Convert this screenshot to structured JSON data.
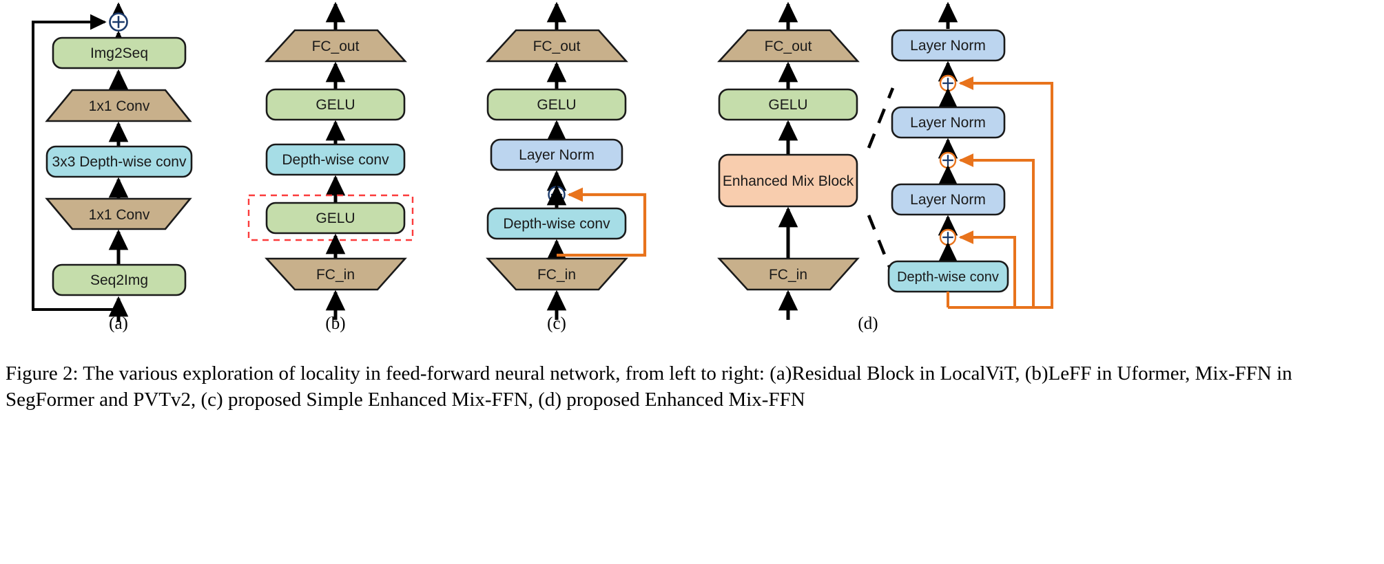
{
  "figure": {
    "caption": "Figure 2: The various exploration of locality in feed-forward neural network, from left to right: (a)Residual Block in LocalViT, (b)LeFF in Uformer, Mix-FFN in SegFormer and PVTv2, (c) proposed Simple Enhanced Mix-FFN, (d) proposed Enhanced Mix-FFN",
    "colors": {
      "green": "#c5ddab",
      "tan": "#c8b08b",
      "cyan": "#a6dde6",
      "blue": "#bcd5ef",
      "peach": "#f8cdae",
      "orange": "#e8731c",
      "red_dashed": "#fb3b3b",
      "stroke": "#1a1a1a"
    },
    "columns": [
      {
        "id": "a",
        "label": "(a)",
        "title_text": "(a)",
        "blocks": [
          {
            "name": "img2seq",
            "label": "Img2Seq",
            "shape": "rounded-rect",
            "color": "green"
          },
          {
            "name": "conv-1x1-upper",
            "label": "1x1 Conv",
            "shape": "trapezoid-down",
            "color": "tan"
          },
          {
            "name": "depthwise-conv-3x3",
            "label": "3x3 Depth-wise conv",
            "shape": "rounded-rect",
            "color": "cyan"
          },
          {
            "name": "conv-1x1-lower",
            "label": "1x1 Conv",
            "shape": "trapezoid-up",
            "color": "tan"
          },
          {
            "name": "seq2img",
            "label": "Seq2Img",
            "shape": "rounded-rect",
            "color": "green"
          }
        ],
        "adders": [
          {
            "name": "residual-adder",
            "glyph": "⊕",
            "color": "black"
          }
        ],
        "residual_connections": [
          {
            "name": "skip-connection",
            "style": "solid",
            "color": "black"
          }
        ]
      },
      {
        "id": "b",
        "label": "(b)",
        "blocks": [
          {
            "name": "fc-out",
            "label": "FC_out",
            "shape": "trapezoid-down",
            "color": "tan"
          },
          {
            "name": "gelu-upper",
            "label": "GELU",
            "shape": "rounded-rect",
            "color": "green"
          },
          {
            "name": "depthwise-conv",
            "label": "Depth-wise conv",
            "shape": "rounded-rect",
            "color": "cyan"
          },
          {
            "name": "gelu-lower",
            "label": "GELU",
            "shape": "rounded-rect",
            "color": "green",
            "highlight": "red-dashed-box"
          },
          {
            "name": "fc-in",
            "label": "FC_in",
            "shape": "trapezoid-up",
            "color": "tan"
          }
        ],
        "adders": [],
        "residual_connections": []
      },
      {
        "id": "c",
        "label": "(c)",
        "blocks": [
          {
            "name": "fc-out",
            "label": "FC_out",
            "shape": "trapezoid-down",
            "color": "tan"
          },
          {
            "name": "gelu",
            "label": "GELU",
            "shape": "rounded-rect",
            "color": "green"
          },
          {
            "name": "layer-norm",
            "label": "Layer Norm",
            "shape": "rounded-rect",
            "color": "blue"
          },
          {
            "name": "depthwise-conv",
            "label": "Depth-wise conv",
            "shape": "rounded-rect",
            "color": "cyan"
          },
          {
            "name": "fc-in",
            "label": "FC_in",
            "shape": "trapezoid-up",
            "color": "tan"
          }
        ],
        "adders": [
          {
            "name": "residual-adder",
            "glyph": "⊕",
            "color": "orange"
          }
        ],
        "residual_connections": [
          {
            "name": "skip-connection",
            "style": "solid",
            "color": "orange"
          }
        ]
      },
      {
        "id": "d",
        "label": "(d)",
        "blocks": [
          {
            "name": "fc-out",
            "label": "FC_out",
            "shape": "trapezoid-down",
            "color": "tan"
          },
          {
            "name": "gelu",
            "label": "GELU",
            "shape": "rounded-rect",
            "color": "green"
          },
          {
            "name": "enhanced-mix-block",
            "label": "Enhanced Mix Block",
            "shape": "rounded-rect",
            "color": "peach"
          },
          {
            "name": "fc-in",
            "label": "FC_in",
            "shape": "trapezoid-up",
            "color": "tan"
          }
        ],
        "expansion": {
          "name": "enhanced-mix-block-expansion",
          "connector": "dashed-black-lines",
          "blocks": [
            {
              "name": "layer-norm-3",
              "label": "Layer Norm",
              "shape": "rounded-rect",
              "color": "blue"
            },
            {
              "name": "layer-norm-2",
              "label": "Layer Norm",
              "shape": "rounded-rect",
              "color": "blue"
            },
            {
              "name": "layer-norm-1",
              "label": "Layer Norm",
              "shape": "rounded-rect",
              "color": "blue"
            },
            {
              "name": "depthwise-conv",
              "label": "Depth-wise conv",
              "shape": "rounded-rect",
              "color": "cyan"
            }
          ],
          "adders": [
            {
              "name": "residual-adder-3",
              "glyph": "⊕",
              "color": "orange"
            },
            {
              "name": "residual-adder-2",
              "glyph": "⊕",
              "color": "orange"
            },
            {
              "name": "residual-adder-1",
              "glyph": "⊕",
              "color": "orange"
            }
          ],
          "residual_connections": [
            {
              "name": "skip-connection-1",
              "style": "solid",
              "color": "orange"
            },
            {
              "name": "skip-connection-2",
              "style": "solid",
              "color": "orange"
            },
            {
              "name": "skip-connection-3",
              "style": "solid",
              "color": "orange"
            }
          ]
        }
      }
    ],
    "column_labels": [
      "(a)",
      "(b)",
      "(c)",
      "(d)"
    ]
  }
}
